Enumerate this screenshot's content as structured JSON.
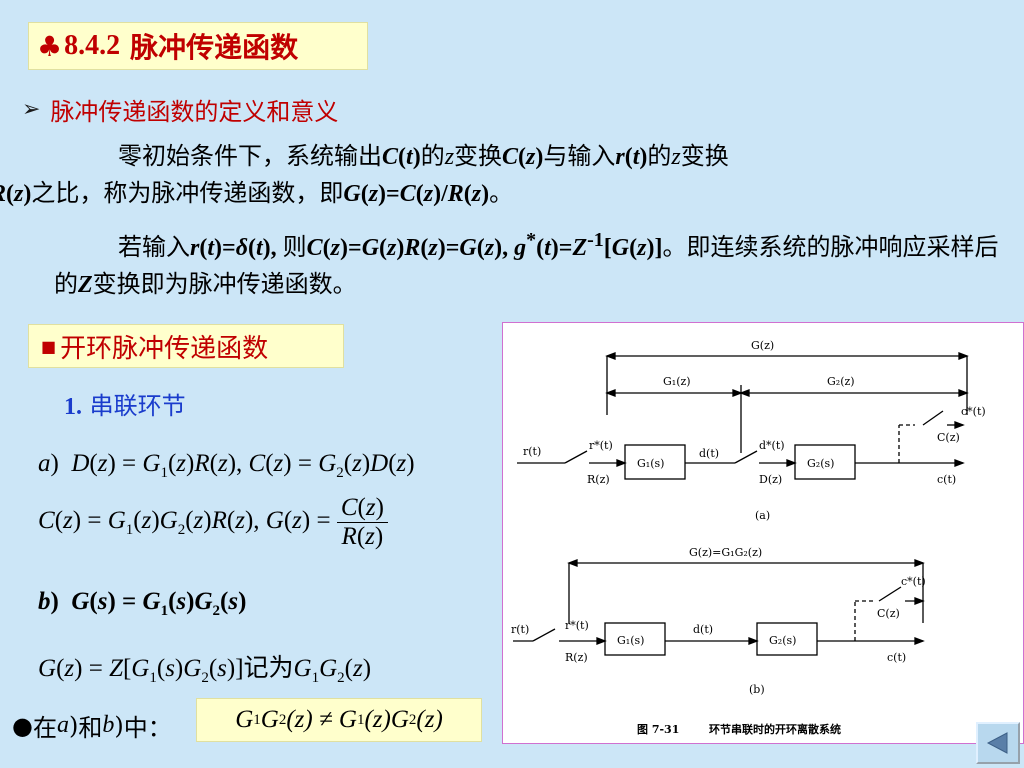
{
  "header": {
    "symbol": "♣",
    "section_number": "8.4.2",
    "section_title": "脉冲传递函数"
  },
  "section": {
    "bullet_title": "脉冲传递函数的定义和意义"
  },
  "definition": {
    "p1_a": "零初始条件下，系统输出",
    "p1_b": "的",
    "p1_c": "变换",
    "p1_d": "与输入",
    "p1_e": "的",
    "p1_f": "变换",
    "p1_g": "之比，称为脉冲传递函数，即",
    "p2_a": "若输入",
    "p2_b": "则",
    "p2_c": "即连续系统的脉冲响应采样后的",
    "p2_d": "变换即为脉冲传递函数。"
  },
  "subsection": {
    "title": "开环脉冲传递函数",
    "item_number": "1.",
    "item_label": "串联环节"
  },
  "equations": {
    "eq_b_note": "记为"
  },
  "footer": {
    "prefix": "在",
    "mid": "和",
    "suffix": "中："
  },
  "figure": {
    "caption_num": "图 7-31",
    "caption_text": "环节串联时的开环离散系统",
    "label_a": "(a)",
    "label_b": "(b)",
    "top_gz": "G(z)",
    "g1z": "G₁(z)",
    "g2z": "G₂(z)",
    "g1s": "G₁(s)",
    "g2s": "G₂(s)",
    "rt": "r(t)",
    "rstar": "r*(t)",
    "rz": "R(z)",
    "dt": "d(t)",
    "dstar": "d*(t)",
    "dz": "D(z)",
    "cstar": "c*(t)",
    "cz": "C(z)",
    "ct": "c(t)",
    "gz_b": "G(z)=G₁G₂(z)"
  }
}
